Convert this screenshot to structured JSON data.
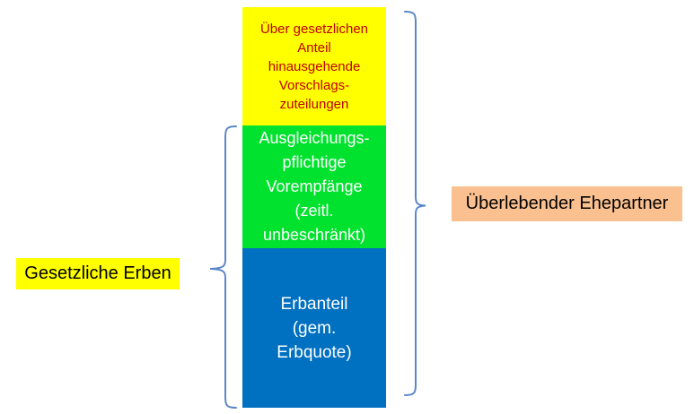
{
  "stack": {
    "segments": [
      {
        "id": "vorschlagszuteilungen",
        "text": "Über gesetzlichen\nAnteil\nhinausgehende\nVorschlags-\nzuteilungen",
        "bg": "#FFFF00",
        "text_color": "#C00000"
      },
      {
        "id": "vorempfaenge",
        "text": "Ausgleichungs-\npflichtige\nVorempfänge\n(zeitl.\nunbeschränkt)",
        "bg": "#00E22D",
        "text_color": "#FFFFFF"
      },
      {
        "id": "erbanteil",
        "text": "Erbanteil\n(gem.\nErbquote)",
        "bg": "#0070C0",
        "text_color": "#FFFFFF"
      }
    ]
  },
  "labels": {
    "left": {
      "text": "Gesetzliche Erben",
      "bg": "#FFFF00",
      "text_color": "#000000"
    },
    "right": {
      "text": "Überlebender Ehepartner",
      "bg": "#FAC090",
      "text_color": "#000000"
    }
  },
  "braces": {
    "color": "#5B87C8"
  }
}
